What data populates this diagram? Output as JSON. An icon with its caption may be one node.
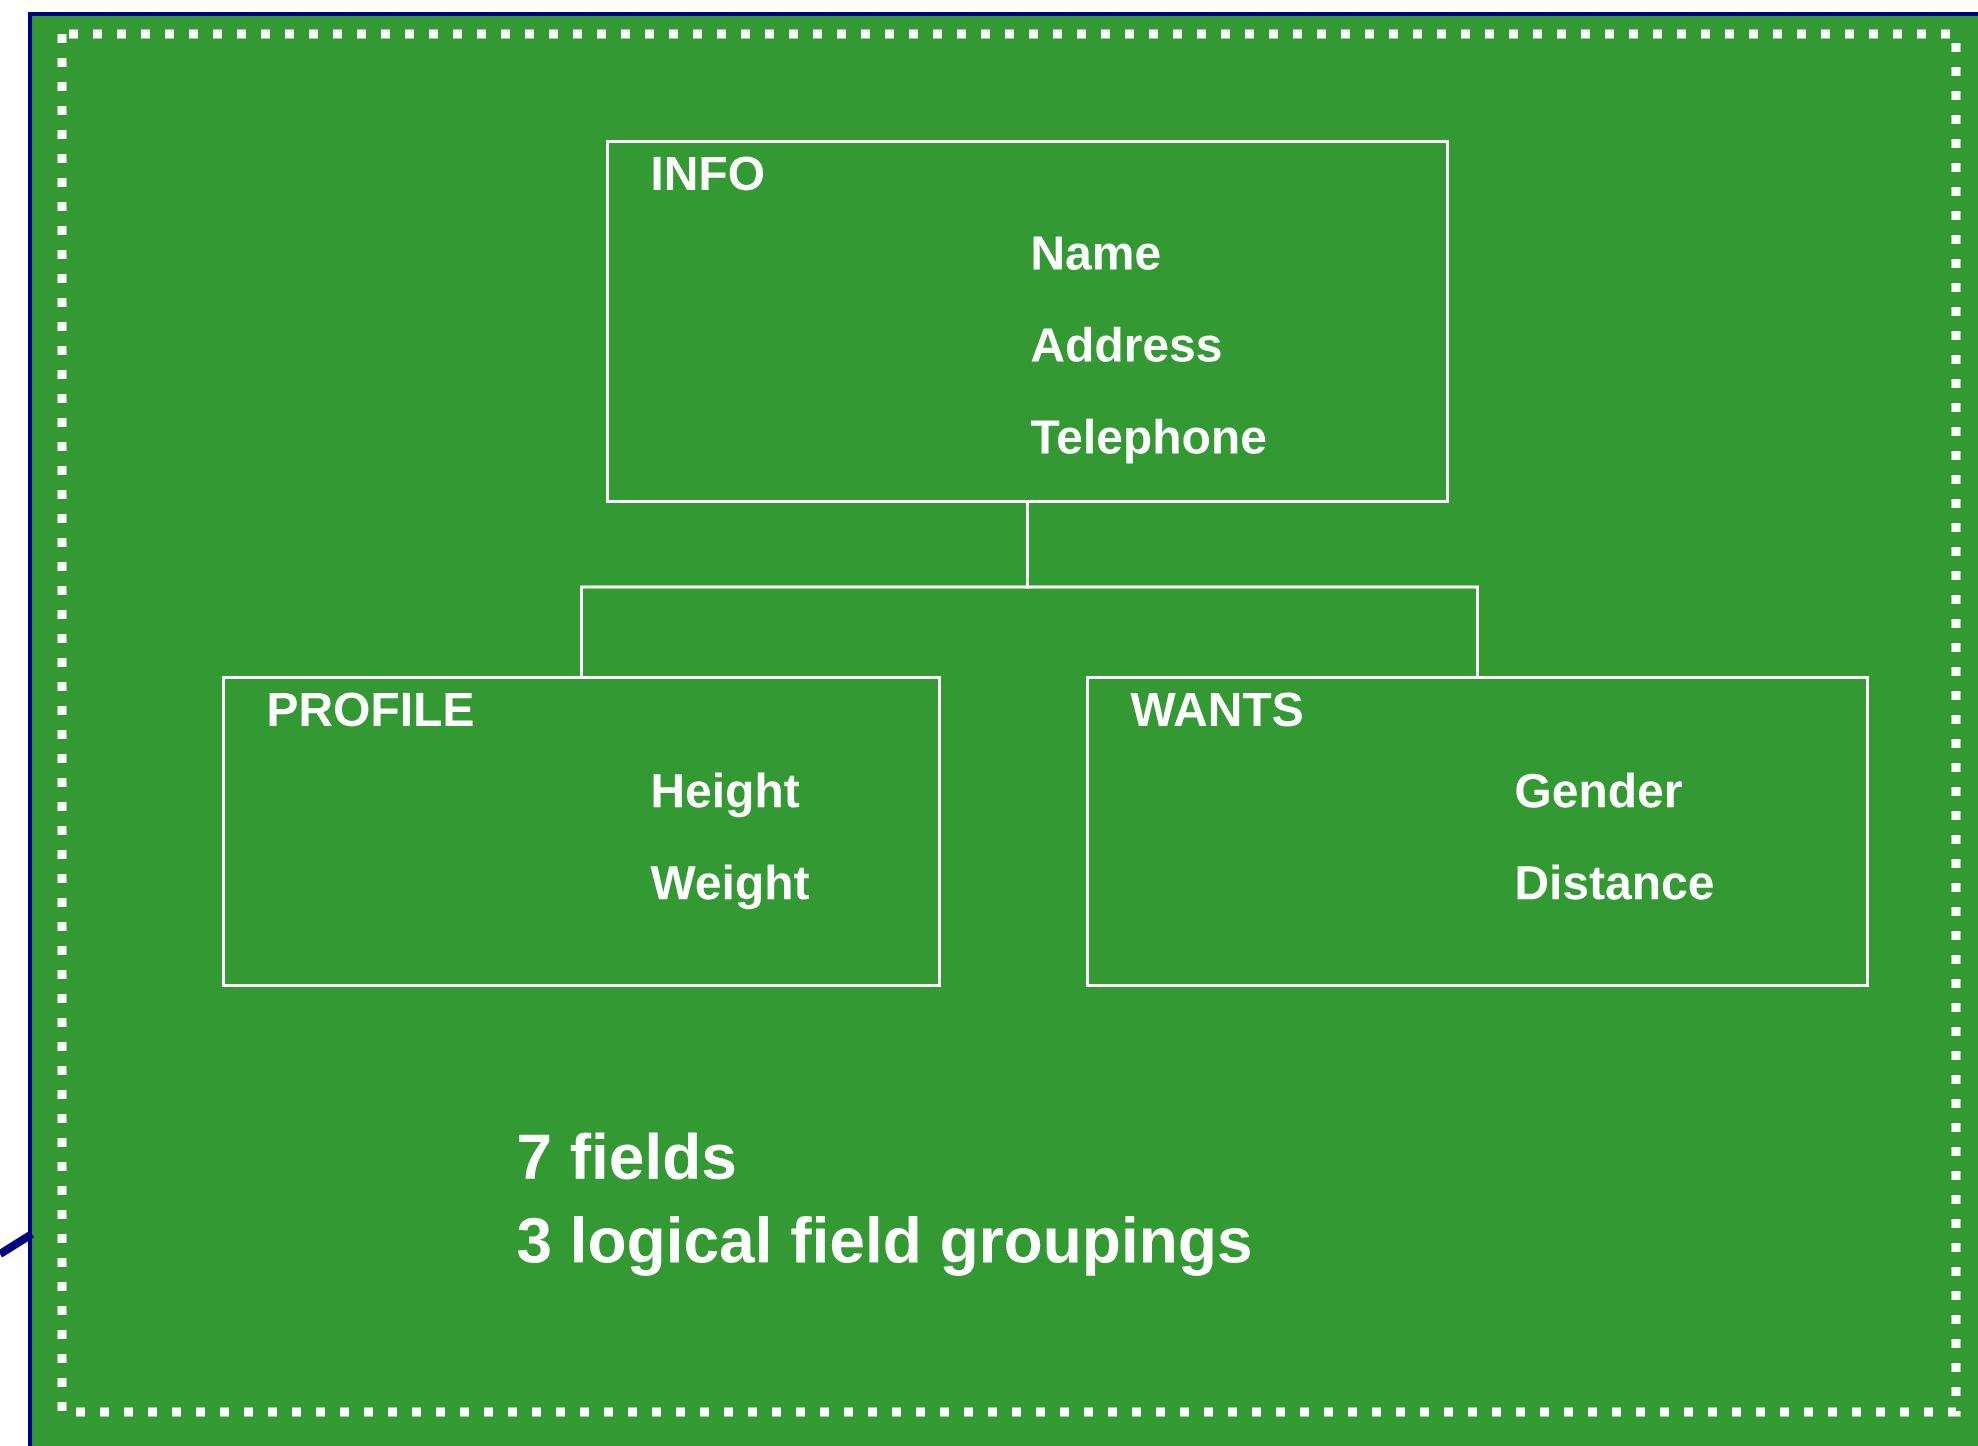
{
  "diagram": {
    "nodes": [
      {
        "text": [
          "INFO",
          "Name Address Telephone"
        ]
      },
      {
        "text": [
          "PROFILE",
          "Height Weight"
        ]
      },
      {
        "text": [
          "WANTS",
          "Gender Distance"
        ]
      }
    ],
    "edges": [
      {
        "from": 0,
        "to": 1,
        "arrow": "none"
      },
      {
        "from": 0,
        "to": 2,
        "arrow": "none"
      }
    ],
    "labels": [
      "7 fields",
      "3 logical field groupings"
    ]
  }
}
